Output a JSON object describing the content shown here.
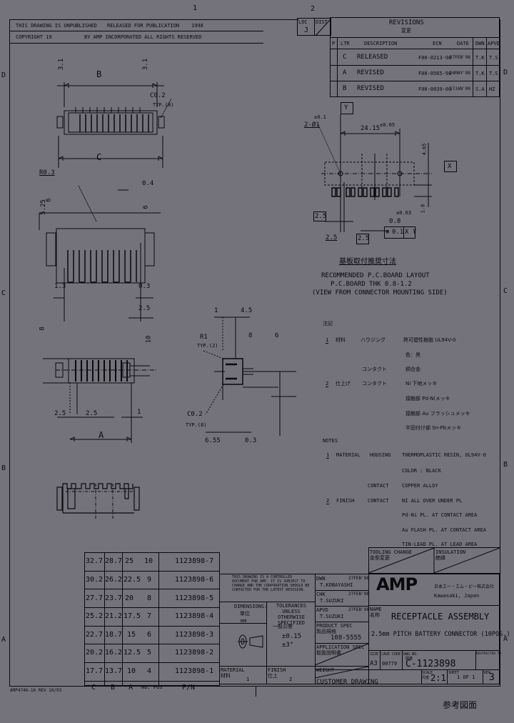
{
  "zone_markers": {
    "top": [
      "1",
      "2"
    ],
    "right": [
      "D",
      "C",
      "B",
      "A"
    ],
    "left": [
      "D",
      "C",
      "B",
      "A"
    ]
  },
  "header": {
    "status": "THIS DRAWING IS UNPUBLISHED",
    "released": "RELEASED FOR PUBLICATION",
    "year": "1998",
    "copyright": "COPYRIGHT 19",
    "copyright_by": "BY AMP INCORPORATED ALL RIGHTS RESERVED"
  },
  "loc_dist": {
    "loc_label": "LOC",
    "loc_value": "J",
    "dist_label": "DIST"
  },
  "revisions": {
    "title": "REVISIONS",
    "title_jp": "変更",
    "columns": [
      "P",
      "LTR",
      "DESCRIPTION",
      "ECN",
      "DATE",
      "DWN",
      "APVD"
    ],
    "rows": [
      {
        "ltr": "C",
        "desc": "RELEASED",
        "ecn": "F00-0213-98",
        "date": "27FEB'98",
        "dwn": "T.K",
        "apvd": "T.S"
      },
      {
        "ltr": "A",
        "desc": "REVISED",
        "ecn": "F00-0565-98",
        "date": "24MAY'98",
        "dwn": "T.K",
        "apvd": "T.S"
      },
      {
        "ltr": "B",
        "desc": "REVISED",
        "ecn": "F00-0039-00",
        "date": "17JAN'00",
        "dwn": "S.A",
        "apvd": "HZ"
      }
    ]
  },
  "top_view": {
    "dim_left": "3.1",
    "dim_right": "3.1",
    "dim_b": "B",
    "dim_c": "C",
    "chamfer": "C0.2",
    "chamfer_note": "TYP.(8)"
  },
  "side_view": {
    "radius": "R0.3",
    "h1": "5.25",
    "h2": "6",
    "dim_04": "0.4",
    "h3": "6",
    "dim_13": "1.3",
    "dim_03": "0.3",
    "dim_25": "2.5"
  },
  "bottom_view": {
    "dim_v1": "8",
    "dim_v2": "10",
    "dim_25a": "2.5",
    "dim_25b": "2.5",
    "dim_1": "1",
    "dim_a": "A"
  },
  "end_view": {
    "dim_1": "1",
    "dim_45": "4.5",
    "r1": "R1",
    "r1_note": "TYP.(2)",
    "c02": "C0.2",
    "c02_note": "TYP.(8)",
    "v1": "8",
    "v2": "6",
    "dim_655": "6.55",
    "dim_03": "0.3"
  },
  "bottom_profile": {},
  "pcb_layout": {
    "datum_y": "Y",
    "datum_x": "X",
    "hole_note": "2-Ø1",
    "hole_tol": "±0.1",
    "dim_2415": "24.15",
    "dim_2415_tol": "±0.05",
    "dim_25a": "2.5",
    "dim_25b": "2.5",
    "dim_25c": "2.5",
    "dim_08": "0.8",
    "dim_08_tol": "±0.03",
    "tol_frame_symbol": "⊕",
    "tol_frame_value": "0.1",
    "tol_frame_datums": "X Y",
    "v_dims": [
      "4.65",
      "2.5",
      "1.8",
      "2.5"
    ],
    "title_jp": "基板取付推奨寸法",
    "title": "RECOMMENDED P.C.BOARD LAYOUT",
    "subtitle": "P.C.BOARD THK 0.8-1.2",
    "note": "(VIEW FROM CONNECTOR MOUNTING SIDE)"
  },
  "notes_jp": {
    "heading": "注記",
    "lines": [
      {
        "mark": "1",
        "label": "材料",
        "sub": "ハウジング",
        "value": "熱可塑性樹脂 UL94V-0"
      },
      {
        "mark": "",
        "label": "",
        "sub": "",
        "value": "色：黒"
      },
      {
        "mark": "",
        "label": "",
        "sub": "コンタクト",
        "value": "銅合金"
      },
      {
        "mark": "2",
        "label": "仕上げ",
        "sub": "コンタクト",
        "value": "Ni 下地メッキ"
      },
      {
        "mark": "",
        "label": "",
        "sub": "",
        "value": "接触部 Pd-Niメッキ"
      },
      {
        "mark": "",
        "label": "",
        "sub": "",
        "value": "接触部 Au フラッシュメッキ"
      },
      {
        "mark": "",
        "label": "",
        "sub": "",
        "value": "半田付け部 Sn-Pbメッキ"
      }
    ]
  },
  "notes_en": {
    "heading": "NOTES",
    "lines": [
      {
        "mark": "1",
        "label": "MATERIAL",
        "sub": "HOUSING",
        "value": "THERMOPLASTIC RESIN, UL94V-0"
      },
      {
        "mark": "",
        "label": "",
        "sub": "",
        "value": "COLOR : BLACK"
      },
      {
        "mark": "",
        "label": "",
        "sub": "CONTACT",
        "value": "COPPER ALLOY"
      },
      {
        "mark": "2",
        "label": "FINISH",
        "sub": "CONTACT",
        "value": "NI ALL OVER UNDER PL"
      },
      {
        "mark": "",
        "label": "",
        "sub": "",
        "value": "Pd-Ni PL. AT CONTACT AREA"
      },
      {
        "mark": "",
        "label": "",
        "sub": "",
        "value": "Au FLASH PL. AT CONTACT AREA"
      },
      {
        "mark": "",
        "label": "",
        "sub": "",
        "value": "TIN-LEAD PL. AT LEAD AREA"
      }
    ]
  },
  "pn_table": {
    "columns": [
      "C",
      "B",
      "A",
      "No. POS",
      "P/N"
    ],
    "rows": [
      {
        "c": "32.7",
        "b": "28.7",
        "a": "25",
        "pos": "10",
        "pn": "1123898-7"
      },
      {
        "c": "30.2",
        "b": "26.2",
        "a": "22.5",
        "pos": "9",
        "pn": "1123898-6"
      },
      {
        "c": "27.7",
        "b": "23.7",
        "a": "20",
        "pos": "8",
        "pn": "1123898-5"
      },
      {
        "c": "25.2",
        "b": "21.2",
        "a": "17.5",
        "pos": "7",
        "pn": "1123898-4"
      },
      {
        "c": "22.7",
        "b": "18.7",
        "a": "15",
        "pos": "6",
        "pn": "1123898-3"
      },
      {
        "c": "20.2",
        "b": "16.2",
        "a": "12.5",
        "pos": "5",
        "pn": "1123898-2"
      },
      {
        "c": "17.7",
        "b": "13.7",
        "a": "10",
        "pos": "4",
        "pn": "1123898-1"
      }
    ]
  },
  "title_block": {
    "notice": "THIS DRAWING IS A CONTROLLED DOCUMENT FOR AMP. IT IS SUBJECT TO CHANGE AND THE CORPORATION SHOULD BE CONTACTED FOR THE LATEST REVISION.",
    "dimensions_label": "DIMENSIONS:",
    "dimensions_value": "mm",
    "dimensions_jp": "単位",
    "tolerance_label": "TOLERANCES UNLESS OTHERWISE SPECIFIED",
    "tolerance_jp": "一般公差",
    "tolerance_linear": "±0.15",
    "tolerance_angle": "±3°",
    "material_label": "MATERIAL",
    "material_jp": "材料",
    "material_mark": "1",
    "finish_label": "FINISH",
    "finish_jp": "仕上",
    "finish_mark": "2",
    "dwn_label": "DWN",
    "dwn_name": "T.KOBAYASHI",
    "dwn_date": "27FEB'98",
    "chk_label": "CHK",
    "chk_name": "T.SUZUKI",
    "chk_date": "27FEB'98",
    "apvd_label": "APVD",
    "apvd_name": "T.SUZUKI",
    "apvd_date": "27FEB'98",
    "product_spec_label": "PRODUCT SPEC",
    "product_spec_jp": "製品規格",
    "product_spec_value": "108-5555",
    "application_spec_label": "APPLICATION SPEC",
    "application_spec_jp": "取扱説明書",
    "weight_label": "WEIGHT",
    "customer_drawing": "CUSTOMER DRAWING",
    "tooling_label": "TOOLING CHANGE",
    "tooling_jp": "金型変更",
    "insulation_label": "INSULATION",
    "insulation_jp": "絶縁",
    "company_logo": "AMP",
    "company_name_jp": "日本エー・エム・ピー株式会社",
    "company_city": "Kawasaki, Japan",
    "name_label": "NAME",
    "name_jp": "名称",
    "title_line1": "RECEPTACLE ASSEMBLY",
    "title_line2": "2.5mm PITCH BATTERY CONNECTOR (10POS.)",
    "size_label": "SIZE",
    "size_value": "A3",
    "cage_label": "CAGE CODE",
    "cage_value": "00779",
    "dwg_label": "DWG NO.",
    "dwg_jp": "図番",
    "dwg_value": "C-1123898",
    "restricted_label": "RESTRICTED TO",
    "restricted_value": "-",
    "scale_label": "SCALE",
    "scale_jp": "尺度",
    "scale_value": "2:1",
    "sheet_label": "SHEET",
    "sheet_value": "1 OF 1",
    "rev_label": "REV",
    "rev_value": "3"
  },
  "footer": {
    "form": "AMP4746-16 REV 10/93",
    "reference_jp": "参考図面"
  }
}
